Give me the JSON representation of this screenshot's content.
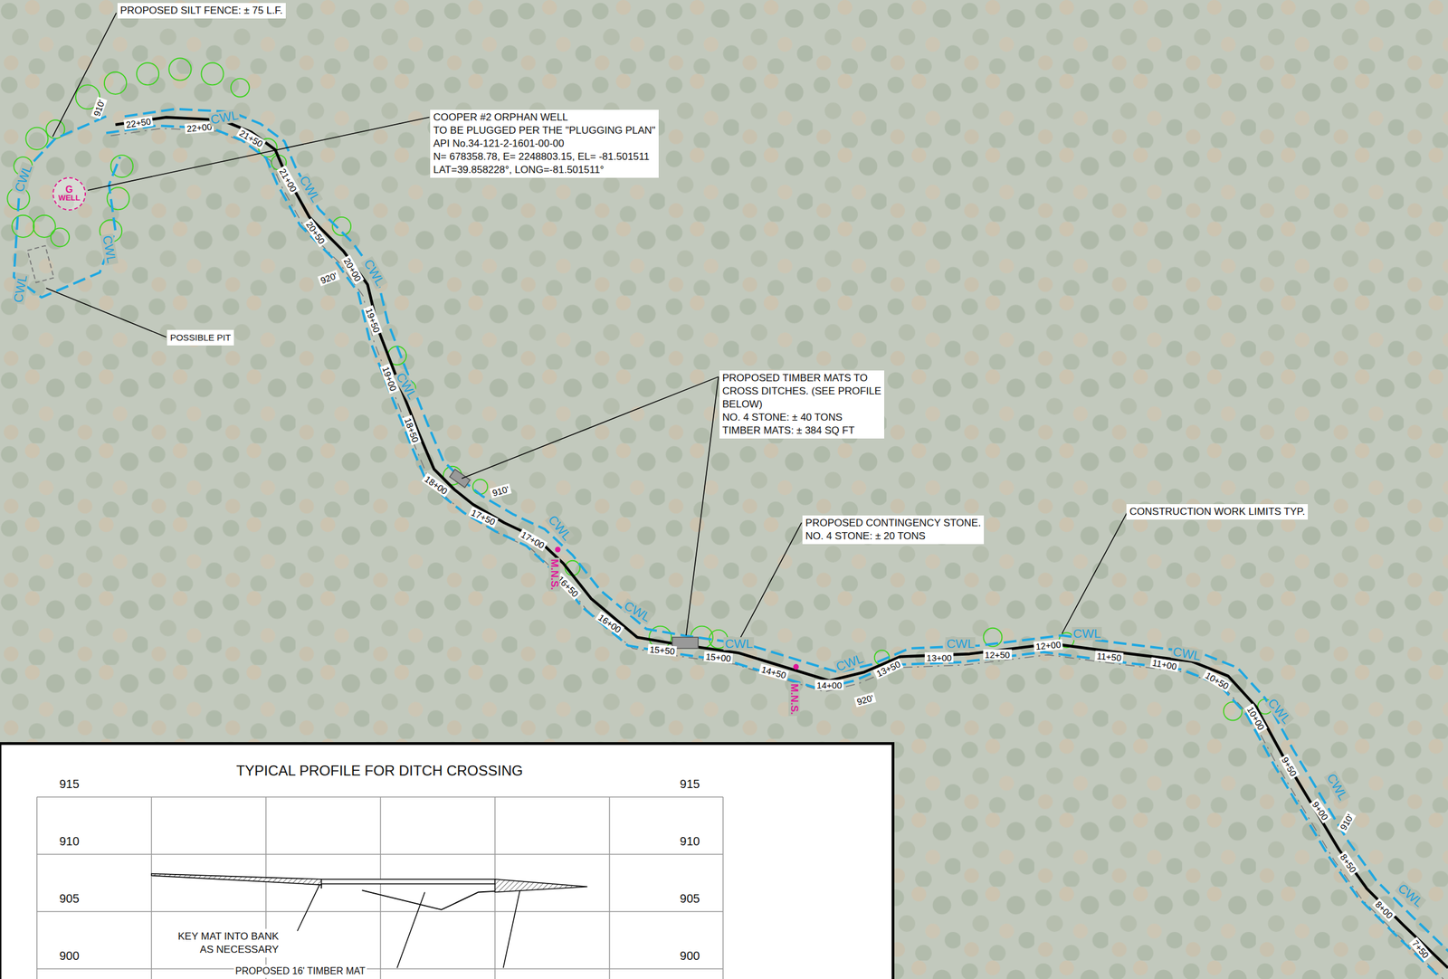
{
  "diagram": {
    "nodes": [
      {
        "text": [
          "G",
          "WELL"
        ]
      }
    ],
    "labels": [
      "PROPOSED SILT FENCE: ± 75 L.F.",
      "COOPER #2 ORPHAN WELL",
      "TO BE PLUGGED PER THE \"PLUGGING PLAN\"",
      "API No.34-121-2-1601-00-00",
      "N= 678358.78, E= 2248803.15, EL= -81.501511",
      "LAT=39.858228°, LONG=-81.501511°",
      "POSSIBLE PIT",
      "PROPOSED TIMBER MATS TO",
      "CROSS DITCHES. (SEE PROFILE",
      "BELOW)",
      "NO. 4 STONE: ± 40 TONS",
      "TIMBER MATS: ± 384 SQ FT",
      "PROPOSED CONTINGENCY STONE.",
      "NO. 4 STONE: ± 20 TONS",
      "CONSTRUCTION WORK LIMITS TYP.",
      "22+50",
      "22+00",
      "21+50",
      "21+00",
      "20+50",
      "20+00",
      "19+50",
      "19+00",
      "18+50",
      "18+00",
      "17+50",
      "17+00",
      "16+50",
      "16+00",
      "15+50",
      "15+00",
      "14+50",
      "14+00",
      "13+50",
      "13+00",
      "12+50",
      "12+00",
      "11+50",
      "11+00",
      "10+50",
      "10+00",
      "9+50",
      "9+00",
      "8+50",
      "8+00",
      "7+50",
      "910'",
      "920'",
      "910'",
      "920'",
      "910'",
      "CWL",
      "CWL",
      "CWL",
      "CWL",
      "CWL",
      "CWL",
      "CWL",
      "CWL",
      "CWL",
      "CWL",
      "CWL",
      "CWL",
      "CWL",
      "CWL",
      "CWL",
      "CWL",
      "CWL",
      "M.N.S.",
      "M.N.S.",
      "TYPICAL PROFILE FOR DITCH CROSSING",
      "915",
      "910",
      "905",
      "900",
      "915",
      "910",
      "905",
      "900",
      "KEY MAT INTO BANK",
      "AS NECESSARY",
      "PROPOSED 16' TIMBER MAT"
    ]
  }
}
